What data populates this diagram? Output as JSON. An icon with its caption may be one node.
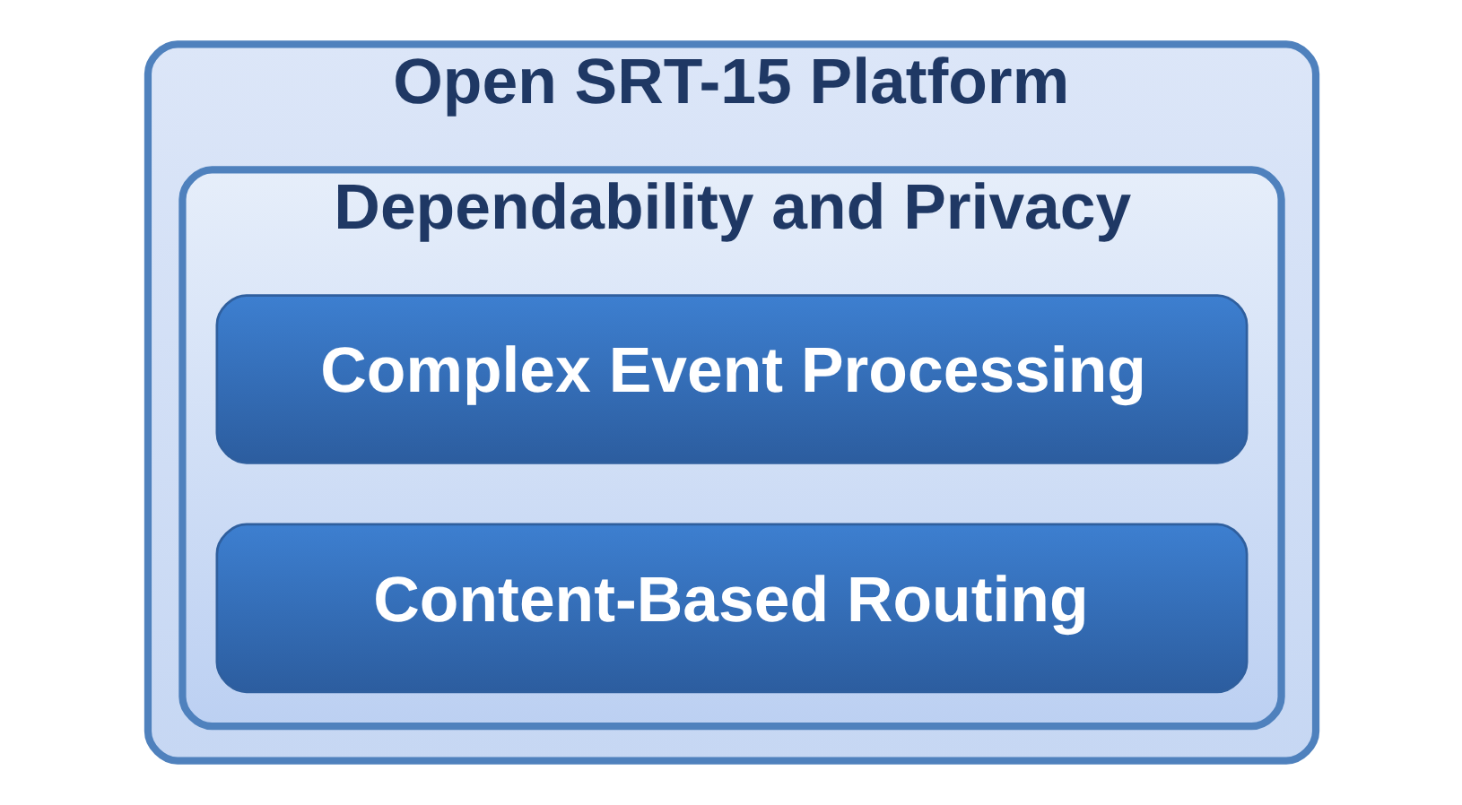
{
  "diagram": {
    "nodes": [
      {
        "text": [
          "Open SRT-15 Platform"
        ]
      },
      {
        "text": [
          "Dependability and Privacy"
        ],
        "in": 0
      },
      {
        "text": [
          "Complex Event Processing"
        ],
        "in": 1
      },
      {
        "text": [
          "Content-Based Routing"
        ],
        "in": 1
      }
    ]
  }
}
